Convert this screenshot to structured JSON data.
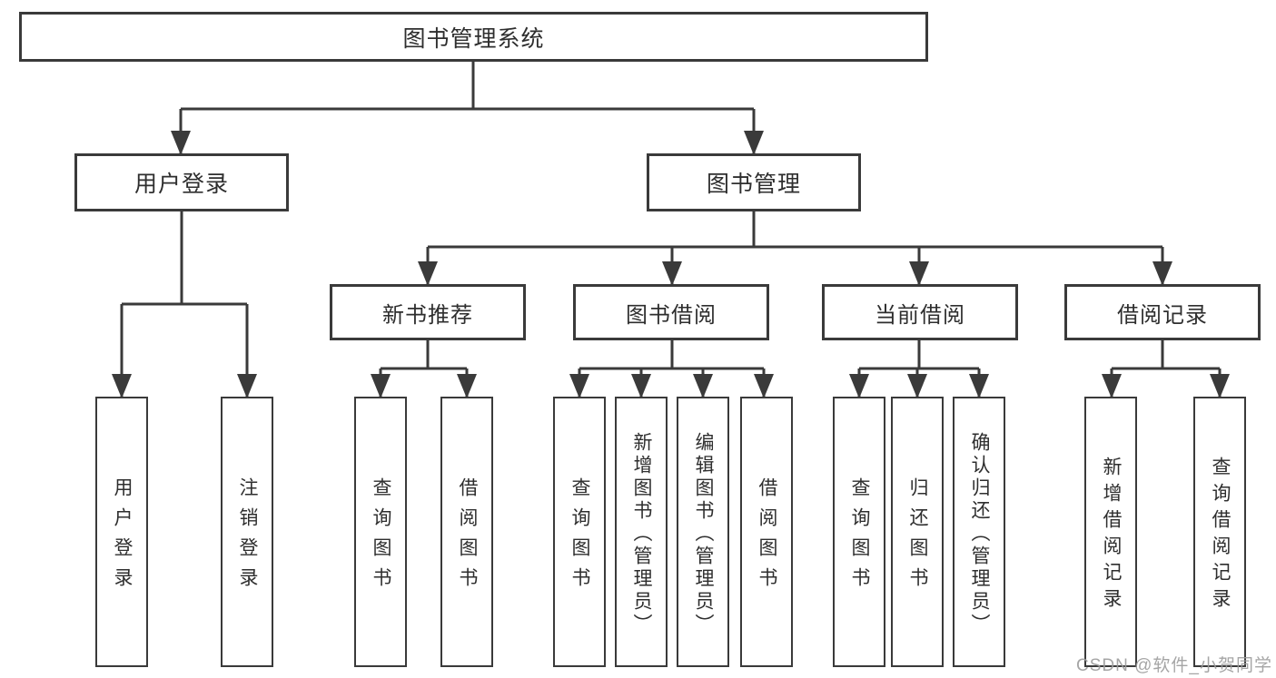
{
  "tree": {
    "label": "图书管理系统",
    "children": [
      {
        "label": "用户登录",
        "children": [
          {
            "label": "用户登录"
          },
          {
            "label": "注销登录"
          }
        ]
      },
      {
        "label": "图书管理",
        "children": [
          {
            "label": "新书推荐",
            "children": [
              {
                "label": "查询图书"
              },
              {
                "label": "借阅图书"
              }
            ]
          },
          {
            "label": "图书借阅",
            "children": [
              {
                "label": "查询图书"
              },
              {
                "label": "新增图书（管理员）"
              },
              {
                "label": "编辑图书（管理员）"
              },
              {
                "label": "借阅图书"
              }
            ]
          },
          {
            "label": "当前借阅",
            "children": [
              {
                "label": "查询图书"
              },
              {
                "label": "归还图书"
              },
              {
                "label": "确认归还（管理员）"
              }
            ]
          },
          {
            "label": "借阅记录",
            "children": [
              {
                "label": "新增借阅记录"
              },
              {
                "label": "查询借阅记录"
              }
            ]
          }
        ]
      }
    ]
  },
  "watermark": {
    "text": "CSDN @软件_小贺同学"
  },
  "colors": {
    "line": "#3a3a3a",
    "text": "#2e2e2e",
    "watermark": "#9c9c9c",
    "background": "#ffffff"
  }
}
